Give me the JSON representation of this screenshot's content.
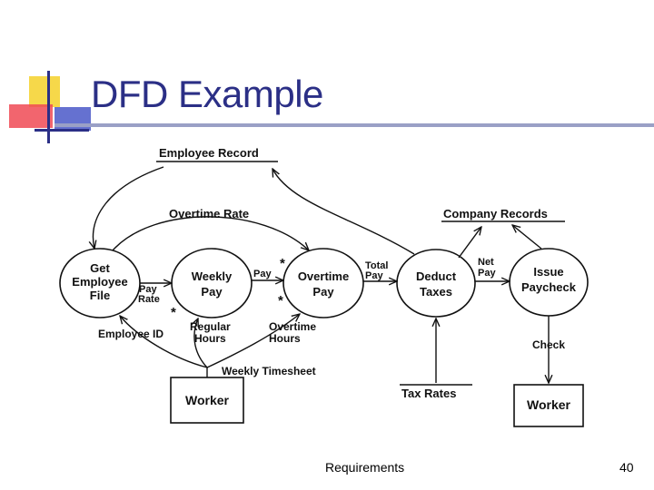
{
  "slide": {
    "title": "DFD Example",
    "footer_left": "Requirements",
    "page_number": "40"
  },
  "diagram": {
    "processes": [
      {
        "id": "get-employee-file",
        "lines": [
          "Get",
          "Employee",
          "File"
        ]
      },
      {
        "id": "weekly-pay",
        "lines": [
          "Weekly",
          "Pay"
        ]
      },
      {
        "id": "overtime-pay",
        "lines": [
          "Overtime",
          "Pay"
        ]
      },
      {
        "id": "deduct-taxes",
        "lines": [
          "Deduct",
          "Taxes"
        ]
      },
      {
        "id": "issue-paycheck",
        "lines": [
          "Issue",
          "Paycheck"
        ]
      }
    ],
    "data_stores": [
      "Employee Record",
      "Company Records",
      "Tax Rates"
    ],
    "external_entities": [
      "Worker",
      "Worker"
    ],
    "flows": {
      "overtime_rate": "Overtime Rate",
      "pay_rate": [
        "Pay",
        "Rate"
      ],
      "pay": "Pay",
      "total_pay": [
        "Total",
        "Pay"
      ],
      "net_pay": [
        "Net",
        "Pay"
      ],
      "regular_hours": [
        "Regular",
        "Hours"
      ],
      "overtime_hours": [
        "Overtime",
        "Hours"
      ],
      "employee_id": "Employee ID",
      "weekly_timesheet": "Weekly Timesheet",
      "check": "Check"
    },
    "markers": [
      "*",
      "*",
      "*"
    ]
  }
}
